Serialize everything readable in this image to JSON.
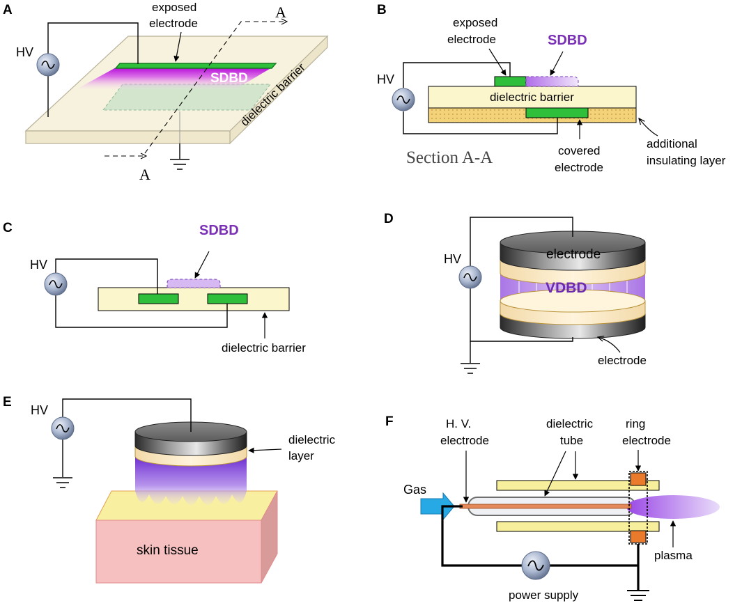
{
  "panels": {
    "A": {
      "letter": "A",
      "hv": "HV",
      "exposed_electrode_1": "exposed",
      "exposed_electrode_2": "electrode",
      "sdbd": "SDBD",
      "dielectric_barrier": "dielectric barrier",
      "section_top": "A",
      "section_bottom": "A"
    },
    "B": {
      "letter": "B",
      "hv": "HV",
      "exposed_electrode_1": "exposed",
      "exposed_electrode_2": "electrode",
      "sdbd": "SDBD",
      "dielectric_barrier": "dielectric barrier",
      "covered_electrode_1": "covered",
      "covered_electrode_2": "electrode",
      "insulating_1": "additional",
      "insulating_2": "insulating layer",
      "section": "Section A-A"
    },
    "C": {
      "letter": "C",
      "hv": "HV",
      "sdbd": "SDBD",
      "dielectric_barrier": "dielectric barrier"
    },
    "D": {
      "letter": "D",
      "hv": "HV",
      "electrode_top": "electrode",
      "vdbd": "VDBD",
      "electrode_bottom": "electrode"
    },
    "E": {
      "letter": "E",
      "hv": "HV",
      "dielectric_layer_1": "dielectric",
      "dielectric_layer_2": "layer",
      "skin": "skin tissue"
    },
    "F": {
      "letter": "F",
      "hv_electrode_1": "H. V.",
      "hv_electrode_2": "electrode",
      "dielectric_tube_1": "dielectric",
      "dielectric_tube_2": "tube",
      "ring_electrode_1": "ring",
      "ring_electrode_2": "electrode",
      "gas": "Gas",
      "plasma": "plasma",
      "power_supply": "power supply"
    }
  },
  "colors": {
    "electrode_green": "#2fbf3a",
    "dielectric_yellow": "#fbf6cc",
    "plasma_purple": "#9b4fe0",
    "sdbd_text_purple": "#7a2fb5",
    "insulating_layer": "#f3d27a",
    "skin": "#f6c0c0",
    "ring_electrode": "#ea7a2c",
    "gas_arrow": "#27a9e6"
  }
}
